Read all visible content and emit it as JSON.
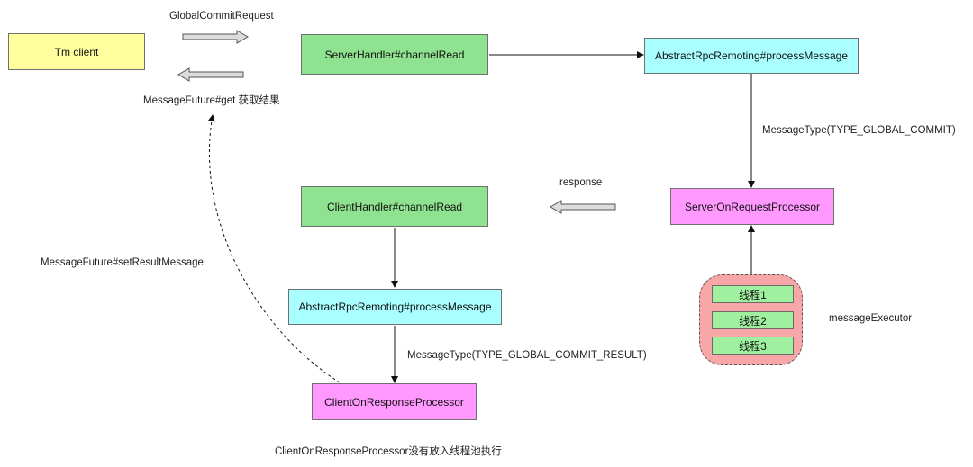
{
  "nodes": {
    "tm_client": "Tm client",
    "server_handler": "ServerHandler#channelRead",
    "server_remoting": "AbstractRpcRemoting#processMessage",
    "server_processor": "ServerOnRequestProcessor",
    "client_handler": "ClientHandler#channelRead",
    "client_remoting": "AbstractRpcRemoting#processMessage",
    "client_processor": "ClientOnResponseProcessor"
  },
  "threads": [
    "线程1",
    "线程2",
    "线程3"
  ],
  "labels": {
    "global_commit_request": "GlobalCommitRequest",
    "message_future_get": "MessageFuture#get 获取结果",
    "message_type_commit": "MessageType(TYPE_GLOBAL_COMMIT)",
    "response": "response",
    "set_result_message": "MessageFuture#setResultMessage",
    "message_executor": "messageExecutor",
    "message_type_commit_result": "MessageType(TYPE_GLOBAL_COMMIT_RESULT)",
    "footnote": "ClientOnResponseProcessor没有放入线程池执行"
  }
}
